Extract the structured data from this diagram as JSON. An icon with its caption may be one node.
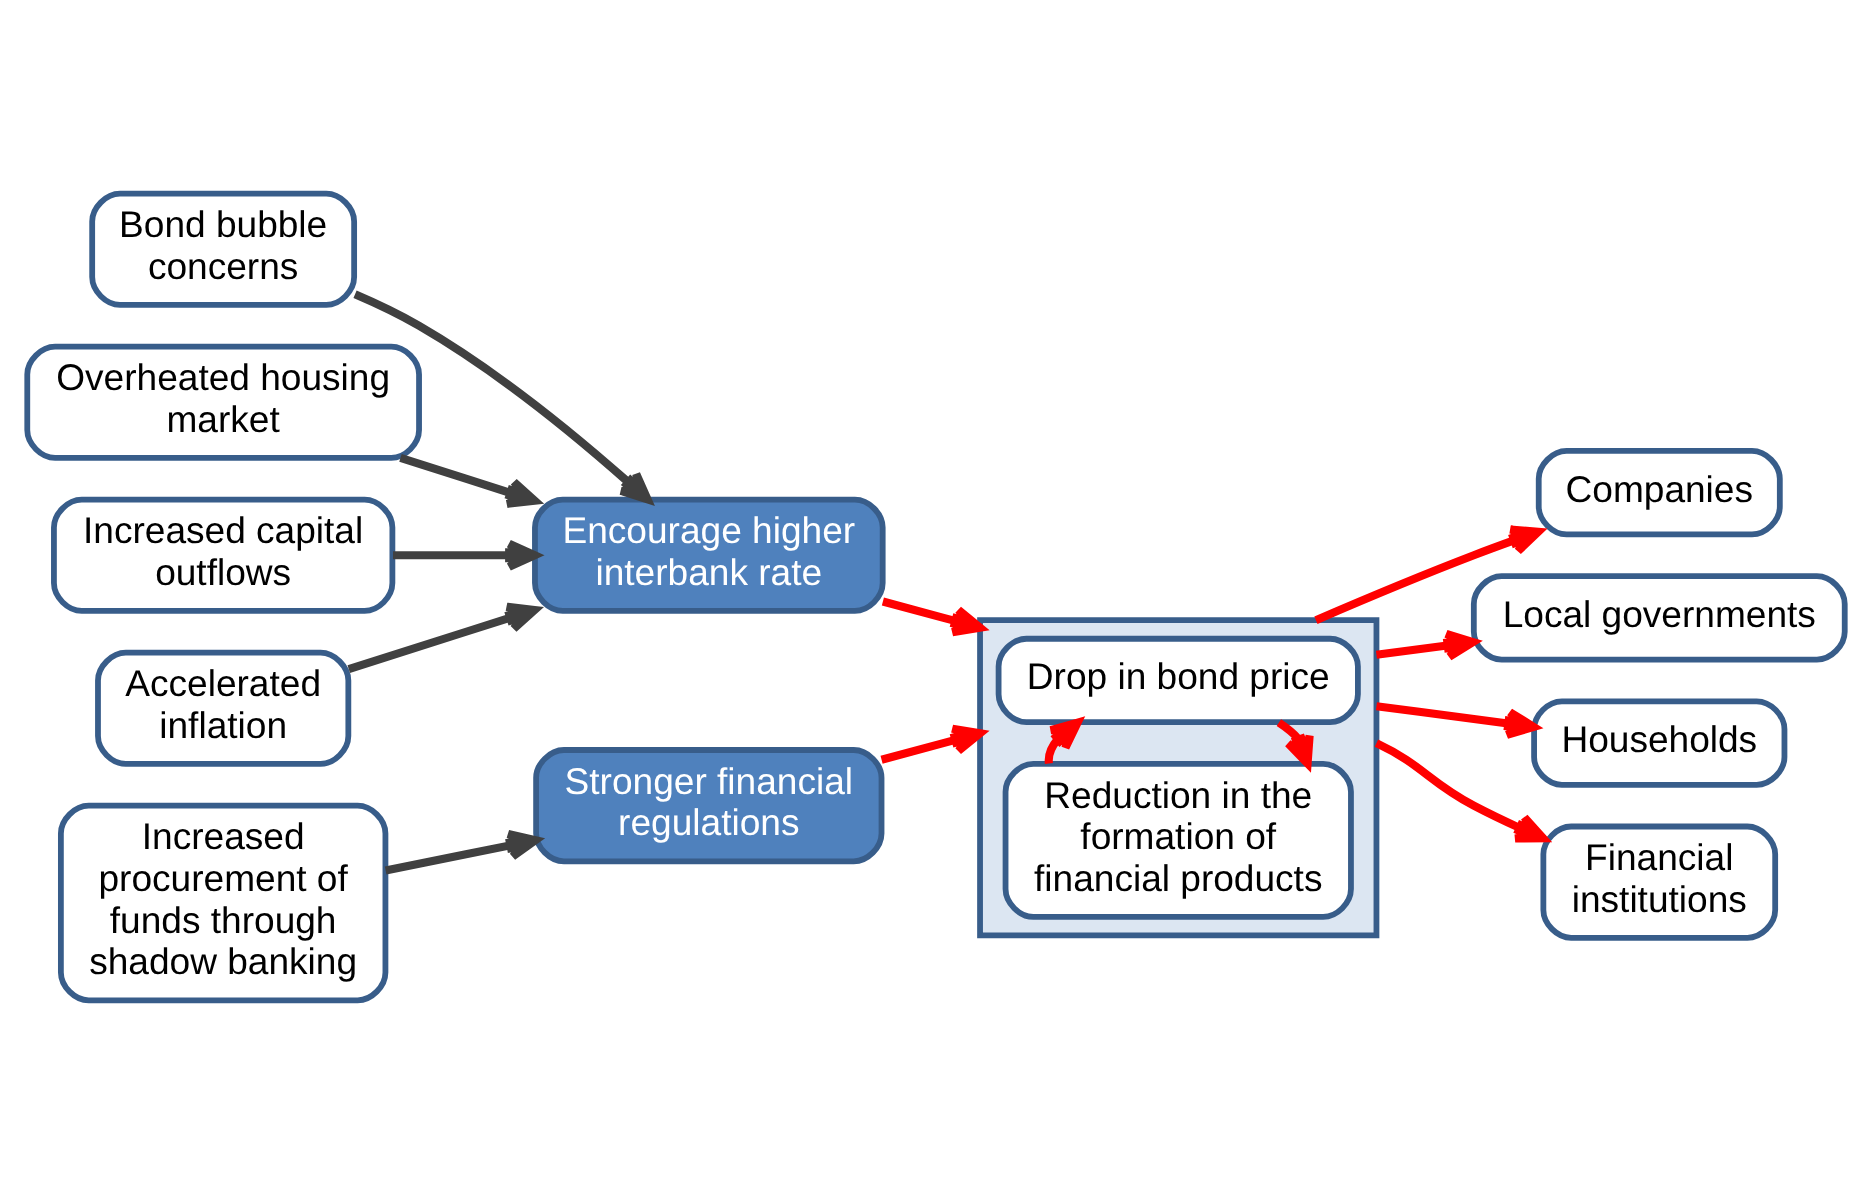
{
  "diagram": {
    "nodes": [
      {
        "text": [
          "Bond bubble concerns"
        ]
      },
      {
        "text": [
          "Overheated housing market"
        ]
      },
      {
        "text": [
          "Increased capital outflows"
        ]
      },
      {
        "text": [
          "Accelerated inflation"
        ]
      },
      {
        "text": [
          "Increased procurement of funds through shadow banking"
        ]
      },
      {
        "text": [
          "Encourage higher interbank rate"
        ]
      },
      {
        "text": [
          "Stronger financial regulations"
        ]
      },
      {
        "text": [],
        "shape": "box"
      },
      {
        "text": [
          "Drop in bond price"
        ],
        "in": 7
      },
      {
        "text": [
          "Reduction in the formation of financial products"
        ],
        "in": 7
      },
      {
        "text": [
          "Companies"
        ]
      },
      {
        "text": [
          "Local governments"
        ]
      },
      {
        "text": [
          "Households"
        ]
      },
      {
        "text": [
          "Financial institutions"
        ]
      }
    ],
    "edges": [
      {
        "from": 0,
        "to": 5,
        "arrow": "to",
        "color": "#404040"
      },
      {
        "from": 1,
        "to": 5,
        "arrow": "to",
        "color": "#404040"
      },
      {
        "from": 2,
        "to": 5,
        "arrow": "to",
        "color": "#404040"
      },
      {
        "from": 3,
        "to": 5,
        "arrow": "to",
        "color": "#404040"
      },
      {
        "from": 4,
        "to": 6,
        "arrow": "to",
        "color": "#404040"
      },
      {
        "from": 5,
        "to": 7,
        "arrow": "to"
      },
      {
        "from": 6,
        "to": 7,
        "arrow": "to"
      },
      {
        "from": 8,
        "to": 9,
        "arrow": "to"
      },
      {
        "from": 9,
        "to": 8,
        "arrow": "to"
      },
      {
        "from": 7,
        "to": 10,
        "arrow": "to"
      },
      {
        "from": 7,
        "to": 11,
        "arrow": "to"
      },
      {
        "from": 7,
        "to": 12,
        "arrow": "to"
      },
      {
        "from": 7,
        "to": 13,
        "arrow": "to"
      }
    ]
  }
}
